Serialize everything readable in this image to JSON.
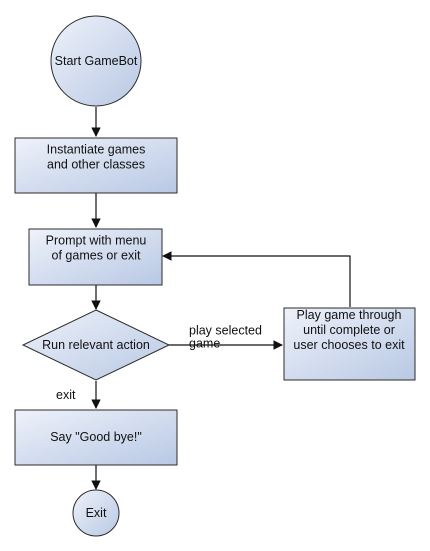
{
  "diagram": {
    "colors": {
      "fill_light": "#eef2fa",
      "fill_dark": "#b8c8e4",
      "stroke": "#2b2b2b",
      "edge": "#111111",
      "text": "#111111"
    },
    "nodes": {
      "start": {
        "lines": [
          "Start GameBot"
        ]
      },
      "instantiate": {
        "lines": [
          "Instantiate games",
          "and other classes"
        ]
      },
      "prompt": {
        "lines": [
          "Prompt with menu",
          "of games or exit"
        ]
      },
      "decision": {
        "lines": [
          "Run relevant action"
        ]
      },
      "play": {
        "lines": [
          "Play game through",
          "until complete or",
          "user chooses to exit"
        ]
      },
      "goodbye": {
        "lines": [
          "Say \"Good bye!\""
        ]
      },
      "exit": {
        "lines": [
          "Exit"
        ]
      }
    },
    "edges": {
      "play_selected": {
        "lines": [
          "play selected",
          "game"
        ]
      },
      "exit": {
        "lines": [
          "exit"
        ]
      }
    }
  }
}
